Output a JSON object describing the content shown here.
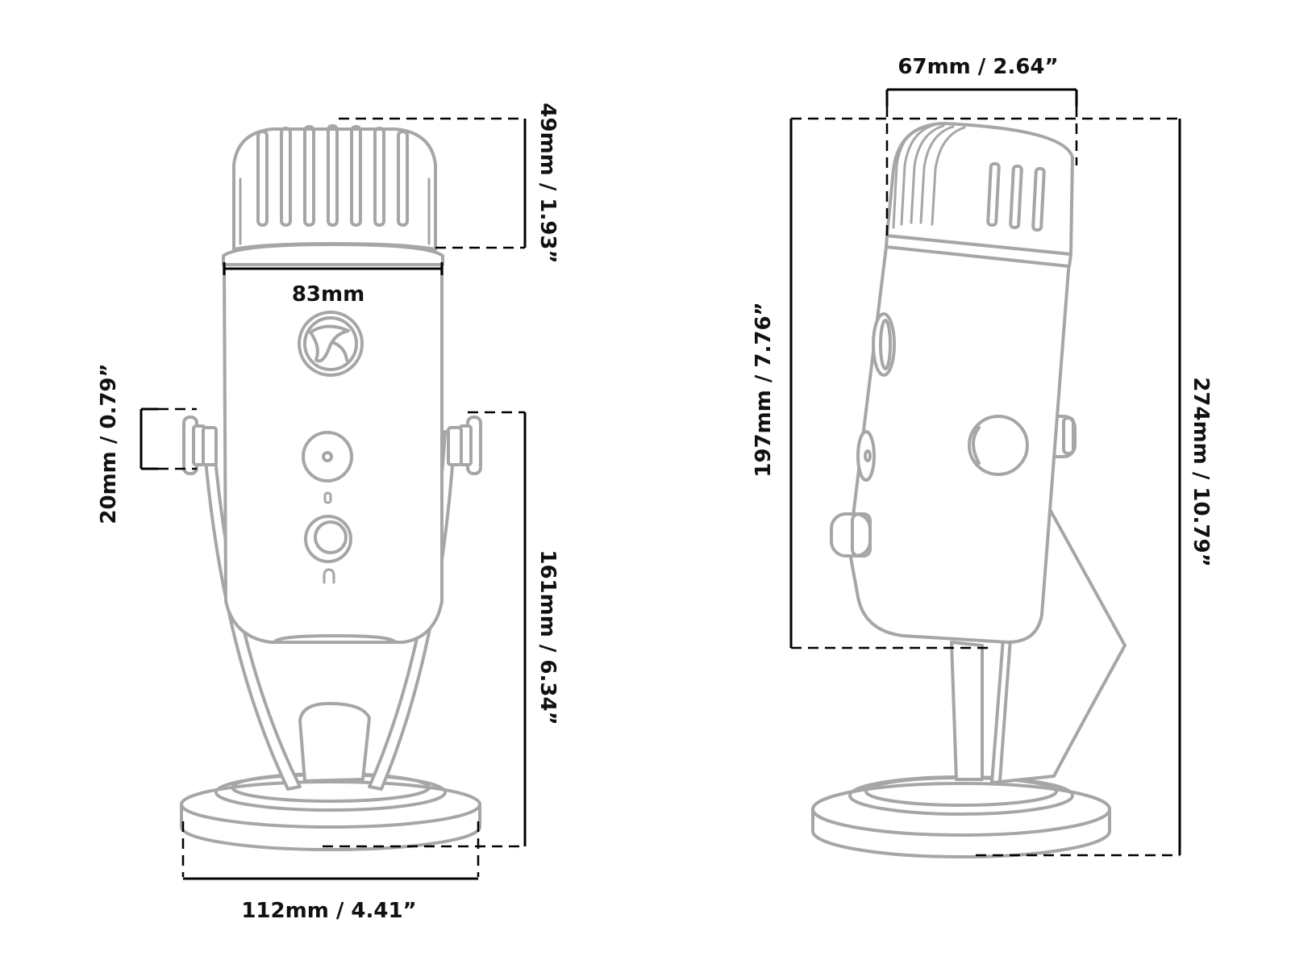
{
  "colors": {
    "outline": "#a6a6a6",
    "dimension_line": "#000000",
    "text": "#111111",
    "background": "#ffffff"
  },
  "icons": {
    "logo": "stylized-bird-logo-icon",
    "mute": "microphone-mute-icon",
    "headphones": "headphones-icon"
  },
  "front_view": {
    "grille_height": "49mm / 1.93”",
    "body_width": "83mm",
    "knob_depth": "20mm / 0.79”",
    "stand_height": "161mm / 6.34”",
    "base_width": "112mm / 4.41”"
  },
  "side_view": {
    "grille_depth": "67mm / 2.64”",
    "body_height": "197mm / 7.76”",
    "total_height": "274mm / 10.79”"
  }
}
